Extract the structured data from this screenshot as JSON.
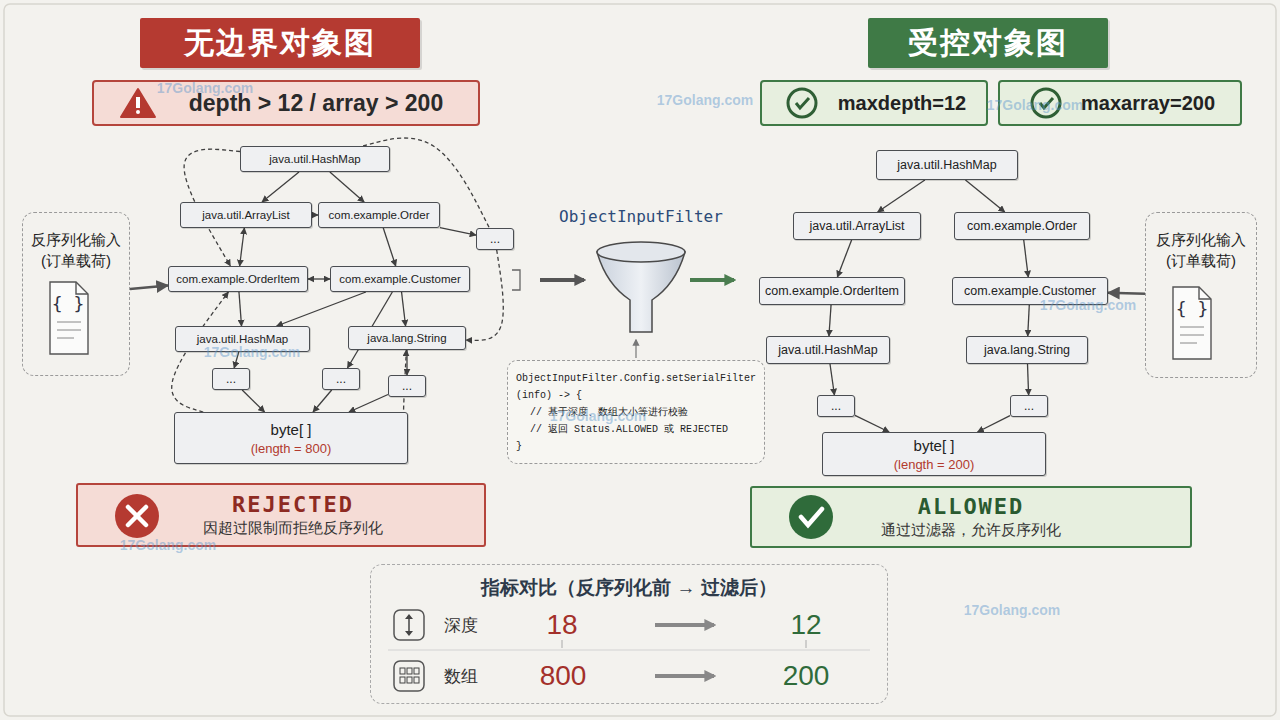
{
  "diagram": {
    "nodes": [
      {
        "text": [
          "无边界对象图"
        ]
      },
      {
        "text": [
          "受控对象图"
        ]
      },
      {
        "text": [
          "depth > 12 / array > 200"
        ]
      },
      {
        "text": [
          "maxdepth=12"
        ]
      },
      {
        "text": [
          "maxarray=200"
        ]
      },
      {
        "text": [
          "反序列化输入 (订单载荷)"
        ]
      },
      {
        "text": [
          "java.util.HashMap"
        ]
      },
      {
        "text": [
          "java.util.ArrayList"
        ]
      },
      {
        "text": [
          "com.example.Order"
        ]
      },
      {
        "text": [
          "..."
        ]
      },
      {
        "text": [
          "com.example.OrderItem"
        ]
      },
      {
        "text": [
          "com.example.Customer"
        ]
      },
      {
        "text": [
          "java.util.HashMap"
        ]
      },
      {
        "text": [
          "java.lang.String"
        ]
      },
      {
        "text": [
          "..."
        ]
      },
      {
        "text": [
          "..."
        ]
      },
      {
        "text": [
          "..."
        ]
      },
      {
        "text": [
          "byte[ ]",
          "(length = 800)"
        ]
      },
      {
        "text": [
          "ObjectInputFilter.Config.setSerialFilter",
          "(info) -> {",
          "// 基于深度、数组大小等进行校验",
          "// 返回 Status.ALLOWED 或 REJECTED",
          "}"
        ]
      },
      {
        "text": [
          "java.util.HashMap"
        ]
      },
      {
        "text": [
          "java.util.ArrayList"
        ]
      },
      {
        "text": [
          "com.example.Order"
        ]
      },
      {
        "text": [
          "com.example.OrderItem"
        ]
      },
      {
        "text": [
          "com.example.Customer"
        ]
      },
      {
        "text": [
          "java.util.HashMap"
        ]
      },
      {
        "text": [
          "java.lang.String"
        ]
      },
      {
        "text": [
          "..."
        ]
      },
      {
        "text": [
          "..."
        ]
      },
      {
        "text": [
          "byte[ ]",
          "(length = 200)"
        ]
      },
      {
        "text": [
          "反序列化输入 (订单载荷)"
        ]
      },
      {
        "text": [
          "REJECTED",
          "因超过限制而拒绝反序列化"
        ]
      },
      {
        "text": [
          "ALLOWED",
          "通过过滤器，允许反序列化"
        ]
      },
      {
        "text": [
          "指标对比（反序列化前 → 过滤后）"
        ]
      }
    ],
    "edges": [
      {
        "from": 6,
        "to": 7,
        "arrow": "to"
      },
      {
        "from": 6,
        "to": 8,
        "arrow": "to"
      },
      {
        "from": 7,
        "to": 10,
        "arrow": "both"
      },
      {
        "from": 8,
        "to": 11,
        "arrow": "to"
      },
      {
        "from": 10,
        "to": 11,
        "arrow": "both"
      },
      {
        "from": 8,
        "to": 9,
        "arrow": "to"
      },
      {
        "from": 6,
        "to": 9,
        "arrow": "none"
      },
      {
        "from": 10,
        "to": 12,
        "arrow": "to"
      },
      {
        "from": 11,
        "to": 13,
        "arrow": "to"
      },
      {
        "from": 12,
        "to": 14,
        "arrow": "to"
      },
      {
        "from": 13,
        "to": 16,
        "arrow": "to"
      },
      {
        "from": 14,
        "to": 17,
        "arrow": "to"
      },
      {
        "from": 15,
        "to": 17,
        "arrow": "to"
      },
      {
        "from": 16,
        "to": 17,
        "arrow": "to"
      },
      {
        "from": 11,
        "to": 12,
        "arrow": "to"
      },
      {
        "from": 17,
        "to": 10,
        "arrow": "to"
      },
      {
        "from": 6,
        "to": 10,
        "arrow": "to"
      },
      {
        "from": 9,
        "to": 13,
        "arrow": "to"
      },
      {
        "from": 7,
        "to": 8,
        "arrow": "to"
      },
      {
        "from": 5,
        "to": 10,
        "arrow": "to"
      },
      {
        "from": 17,
        "to": 13,
        "arrow": "to"
      },
      {
        "from": 11,
        "to": 15,
        "arrow": "to"
      },
      {
        "from": 19,
        "to": 20,
        "arrow": "to"
      },
      {
        "from": 19,
        "to": 21,
        "arrow": "to"
      },
      {
        "from": 20,
        "to": 22,
        "arrow": "to"
      },
      {
        "from": 21,
        "to": 23,
        "arrow": "to"
      },
      {
        "from": 22,
        "to": 24,
        "arrow": "to"
      },
      {
        "from": 23,
        "to": 25,
        "arrow": "to"
      },
      {
        "from": 24,
        "to": 26,
        "arrow": "to"
      },
      {
        "from": 25,
        "to": 27,
        "arrow": "to"
      },
      {
        "from": 26,
        "to": 28,
        "arrow": "to"
      },
      {
        "from": 27,
        "to": 28,
        "arrow": "to"
      },
      {
        "from": 29,
        "to": 23,
        "arrow": "to"
      }
    ],
    "labels": [
      "{ }",
      "ObjectInputFilter",
      "{ }",
      "深度",
      "18",
      "12",
      "数组",
      "800",
      "200",
      "17Golang.com",
      "17Golang.com",
      "17Golang.com",
      "17Golang.com",
      "17Golang.com",
      "17Golang.com",
      "17Golang.com",
      "17Golang.com"
    ]
  }
}
